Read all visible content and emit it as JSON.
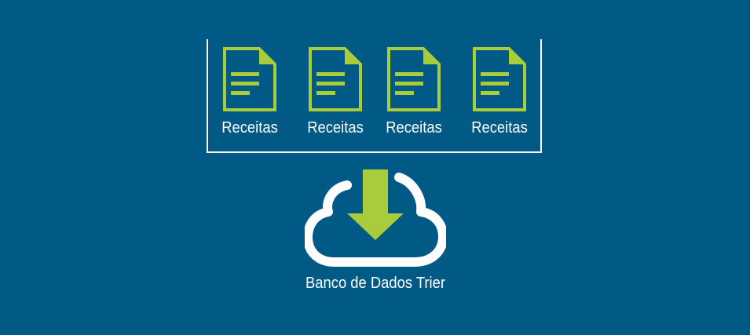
{
  "colors": {
    "background": "#005a85",
    "accent": "#a8cc3c",
    "line": "#ffffff"
  },
  "documents": [
    {
      "label": "Receitas",
      "icon": "document-icon"
    },
    {
      "label": "Receitas",
      "icon": "document-icon"
    },
    {
      "label": "Receitas",
      "icon": "document-icon"
    },
    {
      "label": "Receitas",
      "icon": "document-icon"
    }
  ],
  "cloud": {
    "icon": "cloud-download-icon",
    "label": "Banco de Dados Trier"
  }
}
